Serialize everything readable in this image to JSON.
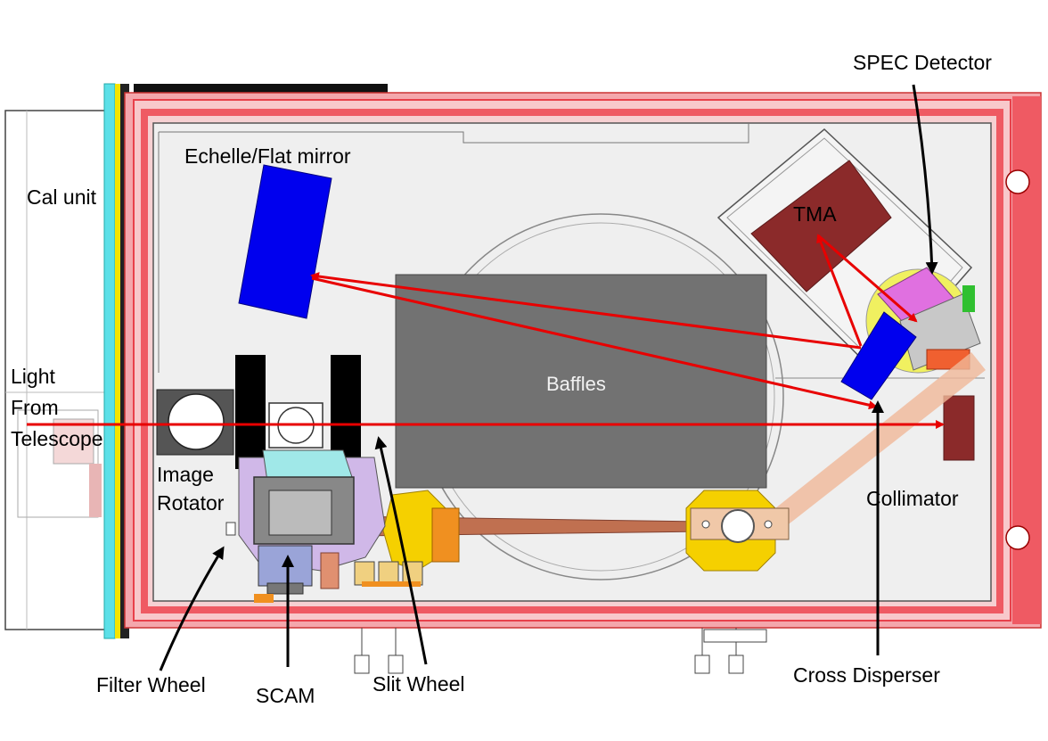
{
  "labels": {
    "spec_detector": "SPEC Detector",
    "echelle": "Echelle/Flat mirror",
    "cal_unit": "Cal unit",
    "tma": "TMA",
    "light_line1": "Light",
    "light_line2": "From",
    "light_line3": "Telescope",
    "baffles": "Baffles",
    "image_rotator_line1": "Image",
    "image_rotator_line2": "Rotator",
    "collimator": "Collimator",
    "filter_wheel": "Filter Wheel",
    "scam": "SCAM",
    "slit_wheel": "Slit Wheel",
    "cross_disperser": "Cross Disperser"
  },
  "colors": {
    "enclosure_outer": "#f4a7ac",
    "enclosure_band": "#e8414b",
    "enclosure_inner": "#ef5a63",
    "bench_floor": "#efefef",
    "light_path": "#e80000",
    "optic_blue": "#0000ee",
    "optic_dark_red": "#8b2a2a",
    "baffle_gray": "#727272",
    "cal_unit_stripe": "#5ce0e8",
    "beam_tan": "#e8b090"
  }
}
